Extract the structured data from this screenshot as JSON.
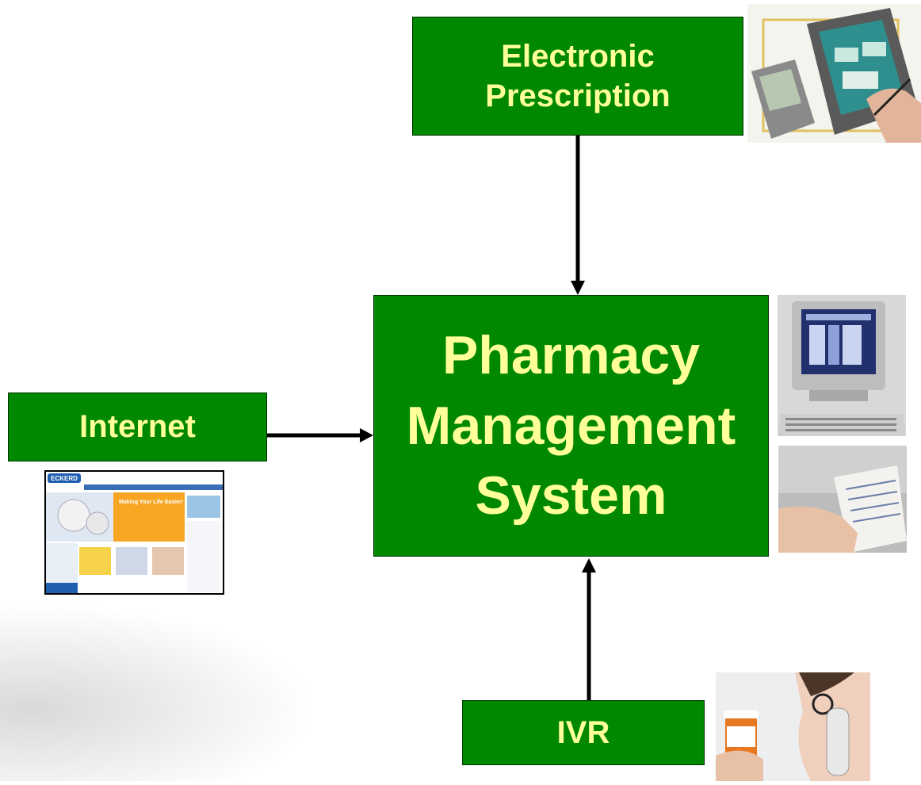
{
  "diagram": {
    "nodes": {
      "electronic_prescription": "Electronic\nPrescription",
      "pharmacy_management_system": "Pharmacy\nManagement\nSystem",
      "internet": "Internet",
      "ivr": "IVR"
    },
    "edges": [
      {
        "from": "electronic_prescription",
        "to": "pharmacy_management_system"
      },
      {
        "from": "internet",
        "to": "pharmacy_management_system"
      },
      {
        "from": "ivr",
        "to": "pharmacy_management_system"
      }
    ]
  },
  "images": {
    "tablet_pda": "tablet-and-pda-photo",
    "website": "pharmacy-website-screenshot",
    "computer": "desktop-computer-photo",
    "prescription_paper": "paper-prescription-photo",
    "phone_call": "woman-on-phone-with-pill-bottle-photo",
    "pills": "pill-bottle-background"
  },
  "website_preview": {
    "logo": "ECKERD",
    "headline": "Making Your Life Easier!"
  },
  "colors": {
    "box_fill": "#008800",
    "box_text": "#ffff99",
    "arrow": "#000000"
  }
}
